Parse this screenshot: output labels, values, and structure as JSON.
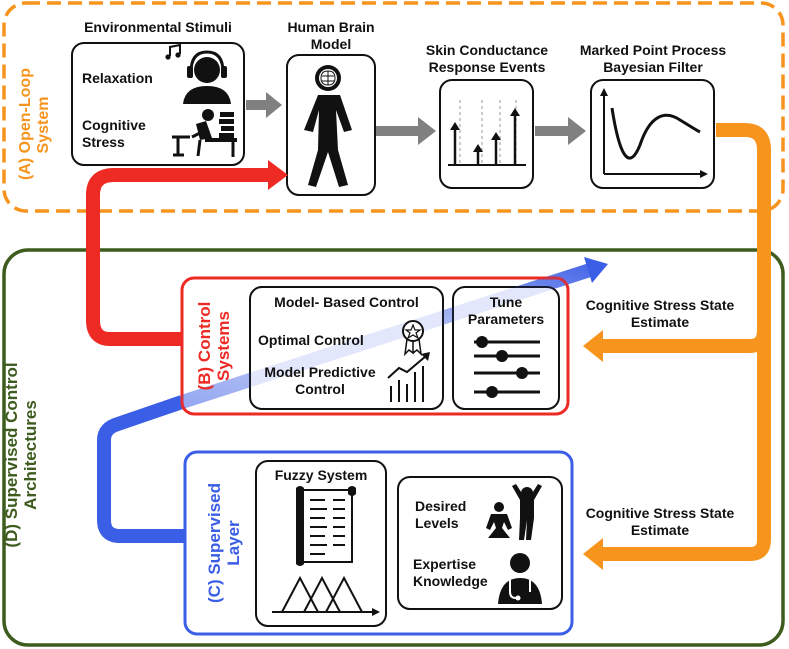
{
  "open_loop": {
    "title_line1": "(A) Open-Loop",
    "title_line2": "System",
    "stimuli": {
      "heading": "Environmental Stimuli",
      "relaxation": "Relaxation",
      "cognitive_line1": "Cognitive",
      "cognitive_line2": "Stress"
    },
    "brain_model": {
      "line1": "Human Brain",
      "line2": "Model"
    },
    "scr_events": {
      "line1": "Skin Conductance",
      "line2": "Response Events"
    },
    "filter": {
      "line1": "Marked Point Process",
      "line2": "Bayesian Filter"
    }
  },
  "control": {
    "title_line1": "(B) Control",
    "title_line2": "Systems",
    "model_based": "Model- Based Control",
    "optimal": "Optimal Control",
    "mpc_line1": "Model Predictive",
    "mpc_line2": "Control",
    "tune_line1": "Tune",
    "tune_line2": "Parameters"
  },
  "estimate_upper": {
    "line1": "Cognitive Stress State",
    "line2": "Estimate"
  },
  "estimate_lower": {
    "line1": "Cognitive Stress State",
    "line2": "Estimate"
  },
  "supervised_layer": {
    "title_line1": "(C) Supervised",
    "title_line2": "Layer",
    "fuzzy": "Fuzzy System",
    "desired_line1": "Desired",
    "desired_line2": "Levels",
    "expertise_line1": "Expertise",
    "expertise_line2": "Knowledge"
  },
  "supervised_control": {
    "title_line1": "(D) Supervised Control",
    "title_line2": "Architectures"
  },
  "colors": {
    "orange": "#f7941d",
    "green": "#3d5c1e",
    "red": "#ee2a24",
    "blue": "#3b5ee6",
    "gray": "#808080"
  }
}
